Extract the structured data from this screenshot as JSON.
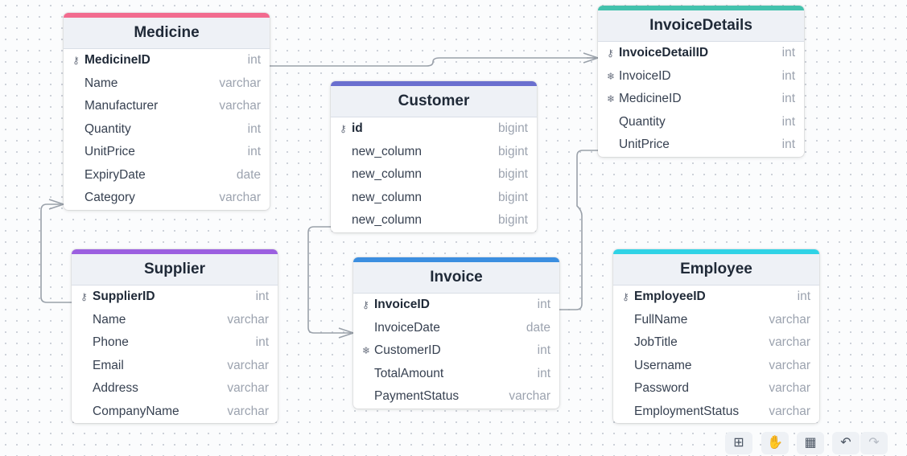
{
  "tables": {
    "medicine": {
      "title": "Medicine",
      "color": "#f26b8f",
      "fields": [
        {
          "name": "MedicineID",
          "type": "int",
          "key": "pk"
        },
        {
          "name": "Name",
          "type": "varchar",
          "key": ""
        },
        {
          "name": "Manufacturer",
          "type": "varchar",
          "key": ""
        },
        {
          "name": "Quantity",
          "type": "int",
          "key": ""
        },
        {
          "name": "UnitPrice",
          "type": "int",
          "key": ""
        },
        {
          "name": "ExpiryDate",
          "type": "date",
          "key": ""
        },
        {
          "name": "Category",
          "type": "varchar",
          "key": ""
        }
      ]
    },
    "invoiceDetails": {
      "title": "InvoiceDetails",
      "color": "#43c2ad",
      "fields": [
        {
          "name": "InvoiceDetailID",
          "type": "int",
          "key": "pk"
        },
        {
          "name": "InvoiceID",
          "type": "int",
          "key": "fk"
        },
        {
          "name": "MedicineID",
          "type": "int",
          "key": "fk"
        },
        {
          "name": "Quantity",
          "type": "int",
          "key": ""
        },
        {
          "name": "UnitPrice",
          "type": "int",
          "key": ""
        }
      ]
    },
    "customer": {
      "title": "Customer",
      "color": "#6a6fcf",
      "fields": [
        {
          "name": "id",
          "type": "bigint",
          "key": "pk"
        },
        {
          "name": "new_column",
          "type": "bigint",
          "key": ""
        },
        {
          "name": "new_column",
          "type": "bigint",
          "key": ""
        },
        {
          "name": "new_column",
          "type": "bigint",
          "key": ""
        },
        {
          "name": "new_column",
          "type": "bigint",
          "key": ""
        }
      ]
    },
    "supplier": {
      "title": "Supplier",
      "color": "#9b5fe0",
      "fields": [
        {
          "name": "SupplierID",
          "type": "int",
          "key": "pk"
        },
        {
          "name": "Name",
          "type": "varchar",
          "key": ""
        },
        {
          "name": "Phone",
          "type": "int",
          "key": ""
        },
        {
          "name": "Email",
          "type": "varchar",
          "key": ""
        },
        {
          "name": "Address",
          "type": "varchar",
          "key": ""
        },
        {
          "name": "CompanyName",
          "type": "varchar",
          "key": ""
        }
      ]
    },
    "invoice": {
      "title": "Invoice",
      "color": "#3b8ee0",
      "fields": [
        {
          "name": "InvoiceID",
          "type": "int",
          "key": "pk"
        },
        {
          "name": "InvoiceDate",
          "type": "date",
          "key": ""
        },
        {
          "name": "CustomerID",
          "type": "int",
          "key": "fk"
        },
        {
          "name": "TotalAmount",
          "type": "int",
          "key": ""
        },
        {
          "name": "PaymentStatus",
          "type": "varchar",
          "key": ""
        }
      ]
    },
    "employee": {
      "title": "Employee",
      "color": "#2fd3e6",
      "fields": [
        {
          "name": "EmployeeID",
          "type": "int",
          "key": "pk"
        },
        {
          "name": "FullName",
          "type": "varchar",
          "key": ""
        },
        {
          "name": "JobTitle",
          "type": "varchar",
          "key": ""
        },
        {
          "name": "Username",
          "type": "varchar",
          "key": ""
        },
        {
          "name": "Password",
          "type": "varchar",
          "key": ""
        },
        {
          "name": "EmploymentStatus",
          "type": "varchar",
          "key": ""
        }
      ]
    }
  },
  "icons": {
    "pk": "key-icon",
    "fk": "snowflake-icon"
  },
  "toolbar": {
    "buttons": [
      {
        "icon": "fit-view-icon",
        "glyph": "⊞"
      },
      {
        "icon": "hand-pan-icon",
        "glyph": "✋"
      },
      {
        "icon": "auto-layout-icon",
        "glyph": "▦"
      },
      {
        "icon": "undo-icon",
        "glyph": "↶"
      },
      {
        "icon": "redo-icon",
        "glyph": "↷"
      }
    ]
  },
  "edge_color": "#9aa1aa"
}
